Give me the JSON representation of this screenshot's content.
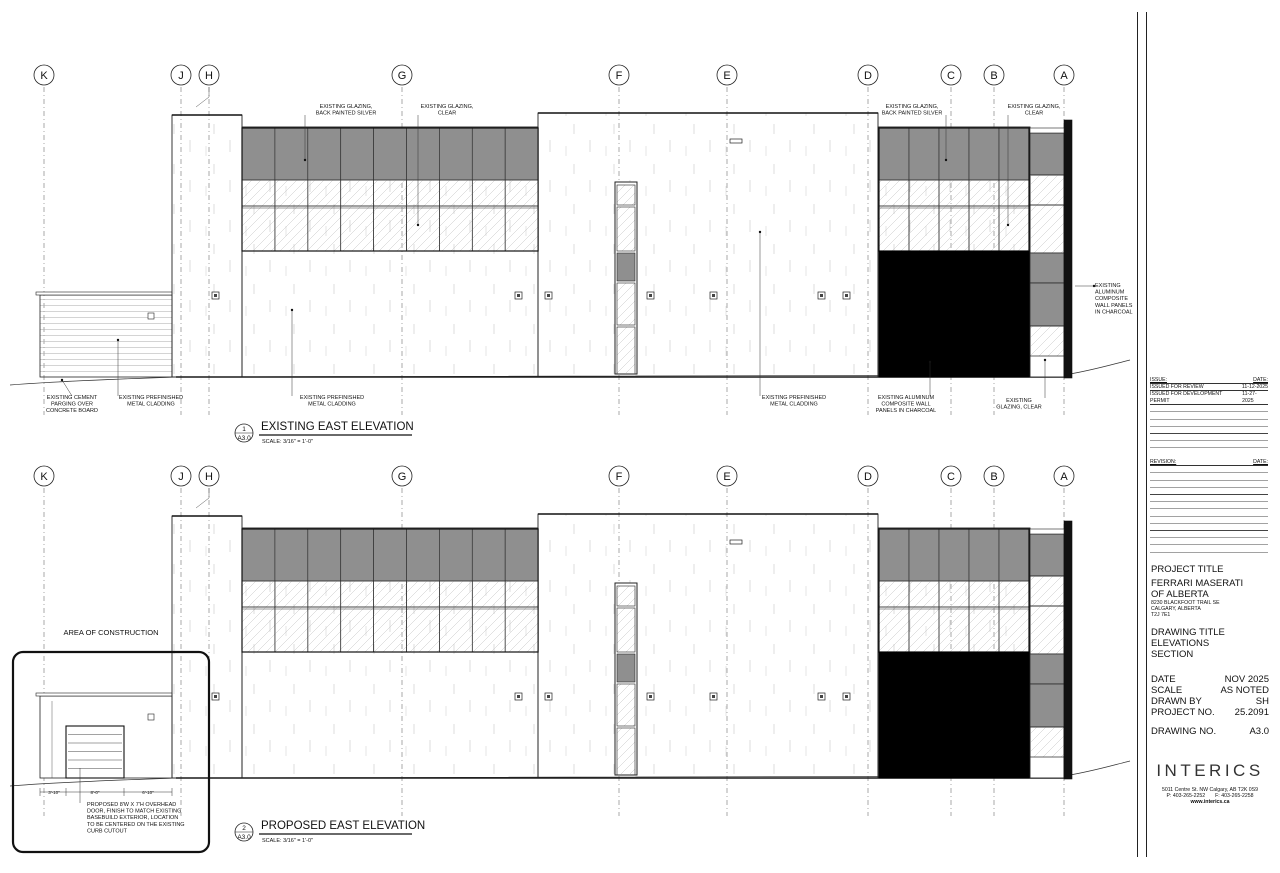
{
  "grid_labels": [
    "K",
    "J",
    "H",
    "G",
    "F",
    "E",
    "D",
    "C",
    "B",
    "A"
  ],
  "views": [
    {
      "number": "1",
      "sheet": "A3.0",
      "title": "EXISTING EAST ELEVATION",
      "scale": "SCALE: 3/16\" = 1'-0\"",
      "notes": {
        "glazing_silver_left": [
          "EXISTING GLAZING,",
          "BACK PAINTED SILVER"
        ],
        "glazing_clear_left": [
          "EXISTING GLAZING,",
          "CLEAR"
        ],
        "glazing_silver_right": [
          "EXISTING GLAZING,",
          "BACK PAINTED SILVER"
        ],
        "glazing_clear_right": [
          "EXISTING GLAZING,",
          "CLEAR"
        ],
        "alum_right": [
          "EXISTING",
          "ALUMINUM",
          "COMPOSITE",
          "WALL PANELS",
          "IN CHARCOAL"
        ],
        "cement": [
          "EXISTING CEMENT",
          "PARGING OVER",
          "CONCRETE BOARD"
        ],
        "metal_a": [
          "EXISTING PREFINISHED",
          "METAL CLADDING"
        ],
        "metal_b": [
          "EXISTING PREFINISHED",
          "METAL CLADDING"
        ],
        "metal_c": [
          "EXISTING PREFINISHED",
          "METAL CLADDING"
        ],
        "alum_bottom": [
          "EXISTING ALUMINUM",
          "COMPOSITE WALL",
          "PANELS IN CHARCOAL"
        ],
        "glazing_bottom": [
          "EXISTING",
          "GLAZING, CLEAR"
        ]
      }
    },
    {
      "number": "2",
      "sheet": "A3.0",
      "title": "PROPOSED EAST ELEVATION",
      "scale": "SCALE: 3/16\" = 1'-0\"",
      "area_label": "AREA OF CONSTRUCTION",
      "door_note": [
        "PROPOSED 8'W X 7'H OVERHEAD",
        "DOOR, FINISH TO MATCH EXISTING",
        "BASEBUILD EXTERIOR, LOCATION",
        "TO BE CENTERED ON THE EXISTING",
        "CURB CUTOUT"
      ],
      "dims": [
        "3'-10\"",
        "8'-0\"",
        "6'-10\""
      ]
    }
  ],
  "title_block": {
    "issue_header": "ISSUE:",
    "issue_date_header": "DATE:",
    "issues": [
      {
        "label": "ISSUED FOR REVIEW",
        "date": "11-12-2025"
      },
      {
        "label": "ISSUED FOR DEVELOPMENT PERMIT",
        "date": "11-27-2025"
      }
    ],
    "revision_header": "REVISION:",
    "revision_date_header": "DATE:",
    "project_title_label": "PROJECT TITLE",
    "project_name_1": "FERRARI MASERATI",
    "project_name_2": "OF ALBERTA",
    "address_1": "8230 BLACKFOOT TRAIL SE",
    "address_2": "CALGARY, ALBERTA",
    "address_3": "T2J 7E1",
    "drawing_title_label": "DRAWING TITLE",
    "drawing_title_1": "ELEVATIONS",
    "drawing_title_2": "SECTION",
    "date_label": "DATE",
    "date_value": "NOV 2025",
    "scale_label": "SCALE",
    "scale_value": "AS NOTED",
    "drawn_label": "DRAWN BY",
    "drawn_value": "SH",
    "project_no_label": "PROJECT NO.",
    "project_no_value": "25.2091",
    "drawing_no_label": "DRAWING NO.",
    "drawing_no_value": "A3.0",
    "firm": "INTERICS",
    "firm_address": "5011 Centre St. NW   Calgary, AB  T2K 0S9",
    "firm_phone": "P: 403-265-2252",
    "firm_fax": "F: 403-265-2258",
    "firm_web": "www.interics.ca"
  }
}
